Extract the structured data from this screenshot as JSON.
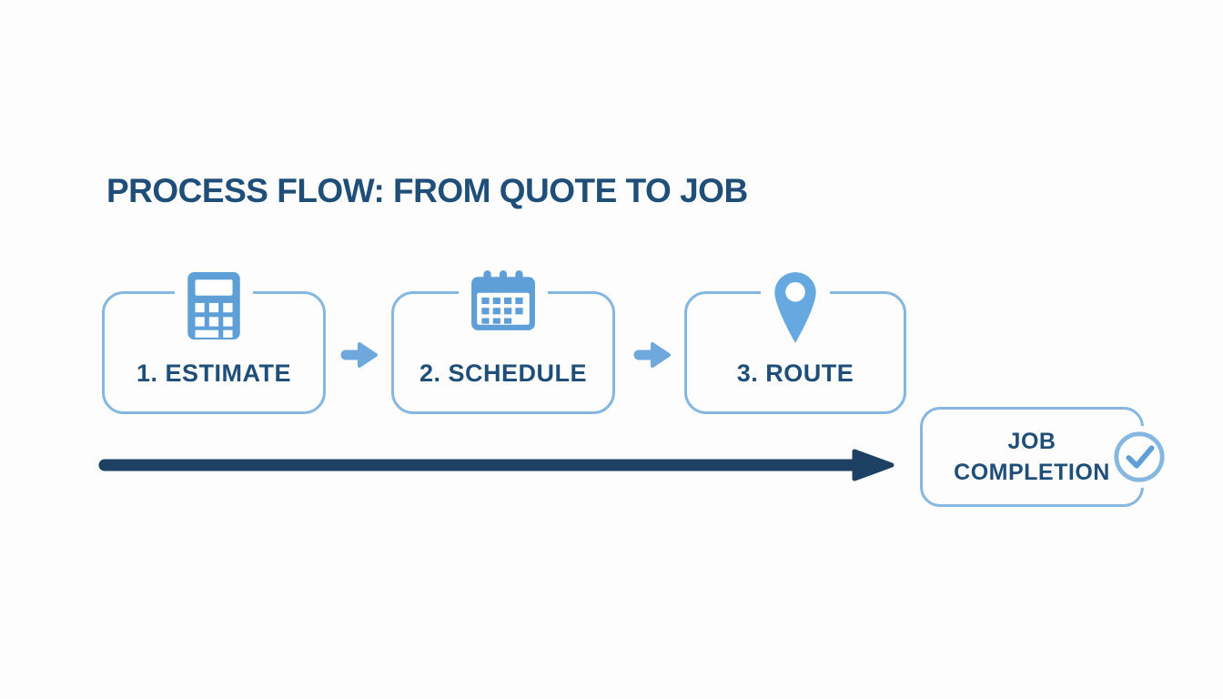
{
  "title": "PROCESS FLOW: FROM QUOTE TO JOB",
  "steps": [
    {
      "label": "1. ESTIMATE",
      "icon": "calculator-icon"
    },
    {
      "label": "2. SCHEDULE",
      "icon": "calendar-icon"
    },
    {
      "label": "3. ROUTE",
      "icon": "map-pin-icon"
    }
  ],
  "connectors": {
    "between_steps": "right-arrow-icon",
    "timeline": "long-right-arrow-icon"
  },
  "final_step": {
    "label": "JOB COMPLETION",
    "icon": "check-circle-icon"
  },
  "colors": {
    "bg": "#fdfdfd",
    "navy": "#1f4e79",
    "border-blue": "#85b7e0",
    "icon-blue": "#5e9fd8",
    "icon-blue-light": "#66a9e0",
    "arrow-blue": "#6fa8dc",
    "arrow-dark": "#1c4163"
  }
}
